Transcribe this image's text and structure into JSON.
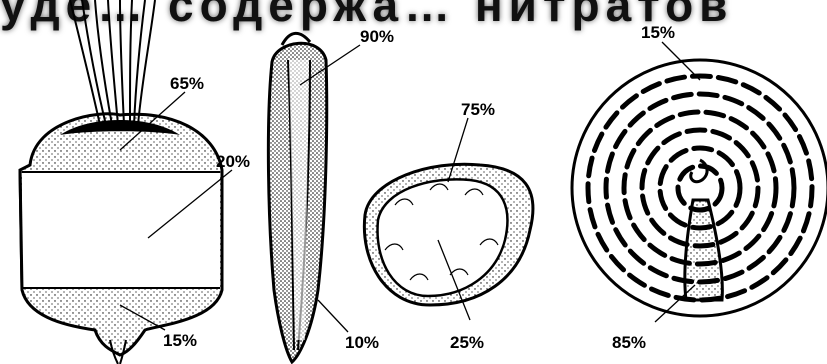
{
  "header": {
    "title_fragment": "уде… содержа… нитратов"
  },
  "diagram": {
    "beet": {
      "top": "65%",
      "middle": "20%",
      "bottom": "15%"
    },
    "carrot": {
      "core": "90%",
      "skin": "10%"
    },
    "potato": {
      "peel": "75%",
      "flesh": "25%"
    },
    "cabbage": {
      "leaves": "15%",
      "stalk": "85%"
    }
  }
}
